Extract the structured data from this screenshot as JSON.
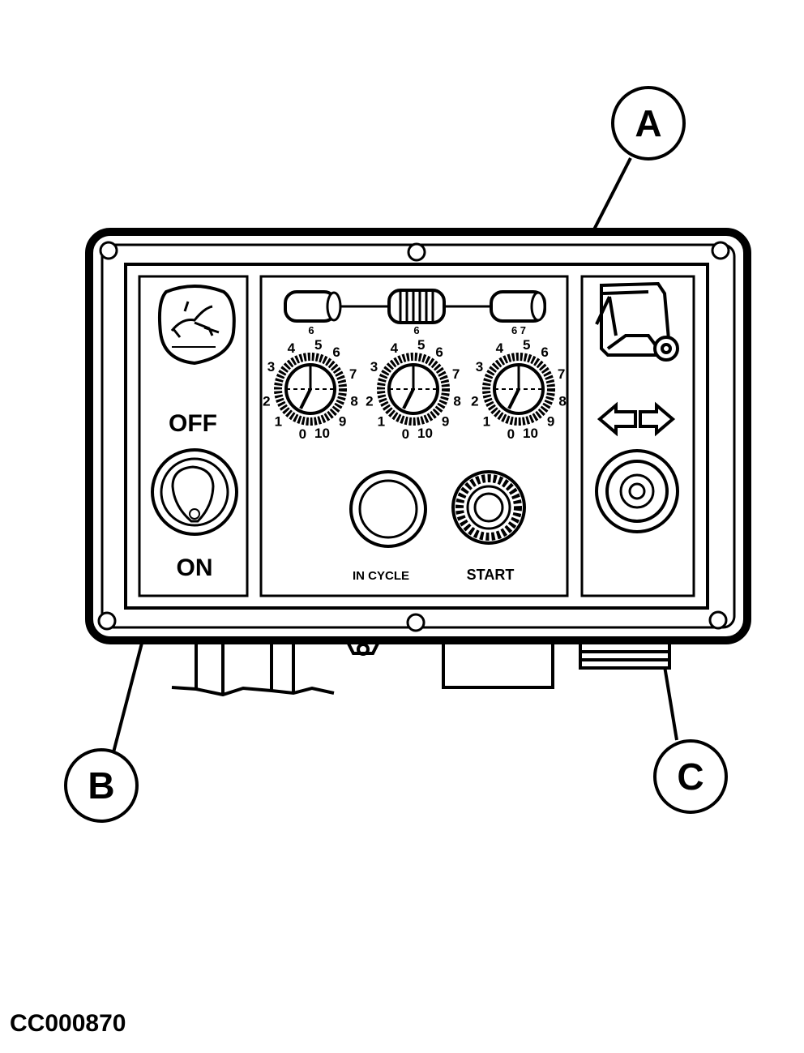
{
  "callouts": {
    "a": "A",
    "b": "B",
    "c": "C"
  },
  "left_panel": {
    "off_label": "OFF",
    "on_label": "ON"
  },
  "center_panel": {
    "bale_labels": [
      "6",
      "6",
      "6 7"
    ],
    "dials": [
      {
        "numbers": [
          "0",
          "1",
          "2",
          "3",
          "4",
          "5",
          "6",
          "7",
          "8",
          "9",
          "10"
        ]
      },
      {
        "numbers": [
          "0",
          "1",
          "2",
          "3",
          "4",
          "5",
          "6",
          "7",
          "8",
          "9",
          "10"
        ]
      },
      {
        "numbers": [
          "0",
          "1",
          "2",
          "3",
          "4",
          "5",
          "6",
          "7",
          "8",
          "9",
          "10"
        ]
      }
    ],
    "in_cycle_label": "IN CYCLE",
    "start_label": "START"
  },
  "right_panel": {
    "arrows": [
      "left-arrow-icon",
      "right-arrow-icon"
    ]
  },
  "figure_id": "CC000870"
}
